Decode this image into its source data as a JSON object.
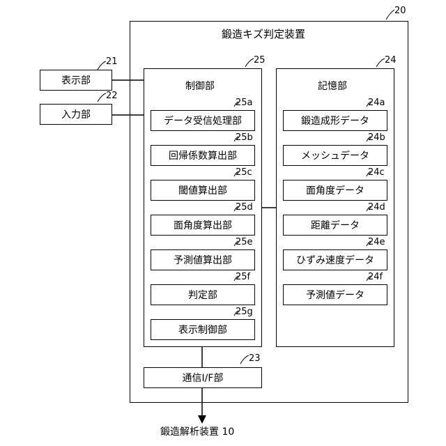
{
  "device": {
    "ref": "20",
    "title": "鍛造キズ判定装置"
  },
  "display": {
    "ref": "21",
    "label": "表示部"
  },
  "input": {
    "ref": "22",
    "label": "入力部"
  },
  "controller": {
    "ref": "25",
    "title": "制御部",
    "items": [
      {
        "ref": "25a",
        "label": "データ受信処理部"
      },
      {
        "ref": "25b",
        "label": "回帰係数算出部"
      },
      {
        "ref": "25c",
        "label": "閾値算出部"
      },
      {
        "ref": "25d",
        "label": "面角度算出部"
      },
      {
        "ref": "25e",
        "label": "予測値算出部"
      },
      {
        "ref": "25f",
        "label": "判定部"
      },
      {
        "ref": "25g",
        "label": "表示制御部"
      }
    ]
  },
  "storage": {
    "ref": "24",
    "title": "記憶部",
    "items": [
      {
        "ref": "24a",
        "label": "鍛造成形データ"
      },
      {
        "ref": "24b",
        "label": "メッシュデータ"
      },
      {
        "ref": "24c",
        "label": "面角度データ"
      },
      {
        "ref": "24d",
        "label": "距離データ"
      },
      {
        "ref": "24e",
        "label": "ひずみ速度データ"
      },
      {
        "ref": "24f",
        "label": "予測値データ"
      }
    ]
  },
  "comm": {
    "ref": "23",
    "label": "通信I/F部"
  },
  "external": {
    "label": "鍛造解析装置 10"
  }
}
